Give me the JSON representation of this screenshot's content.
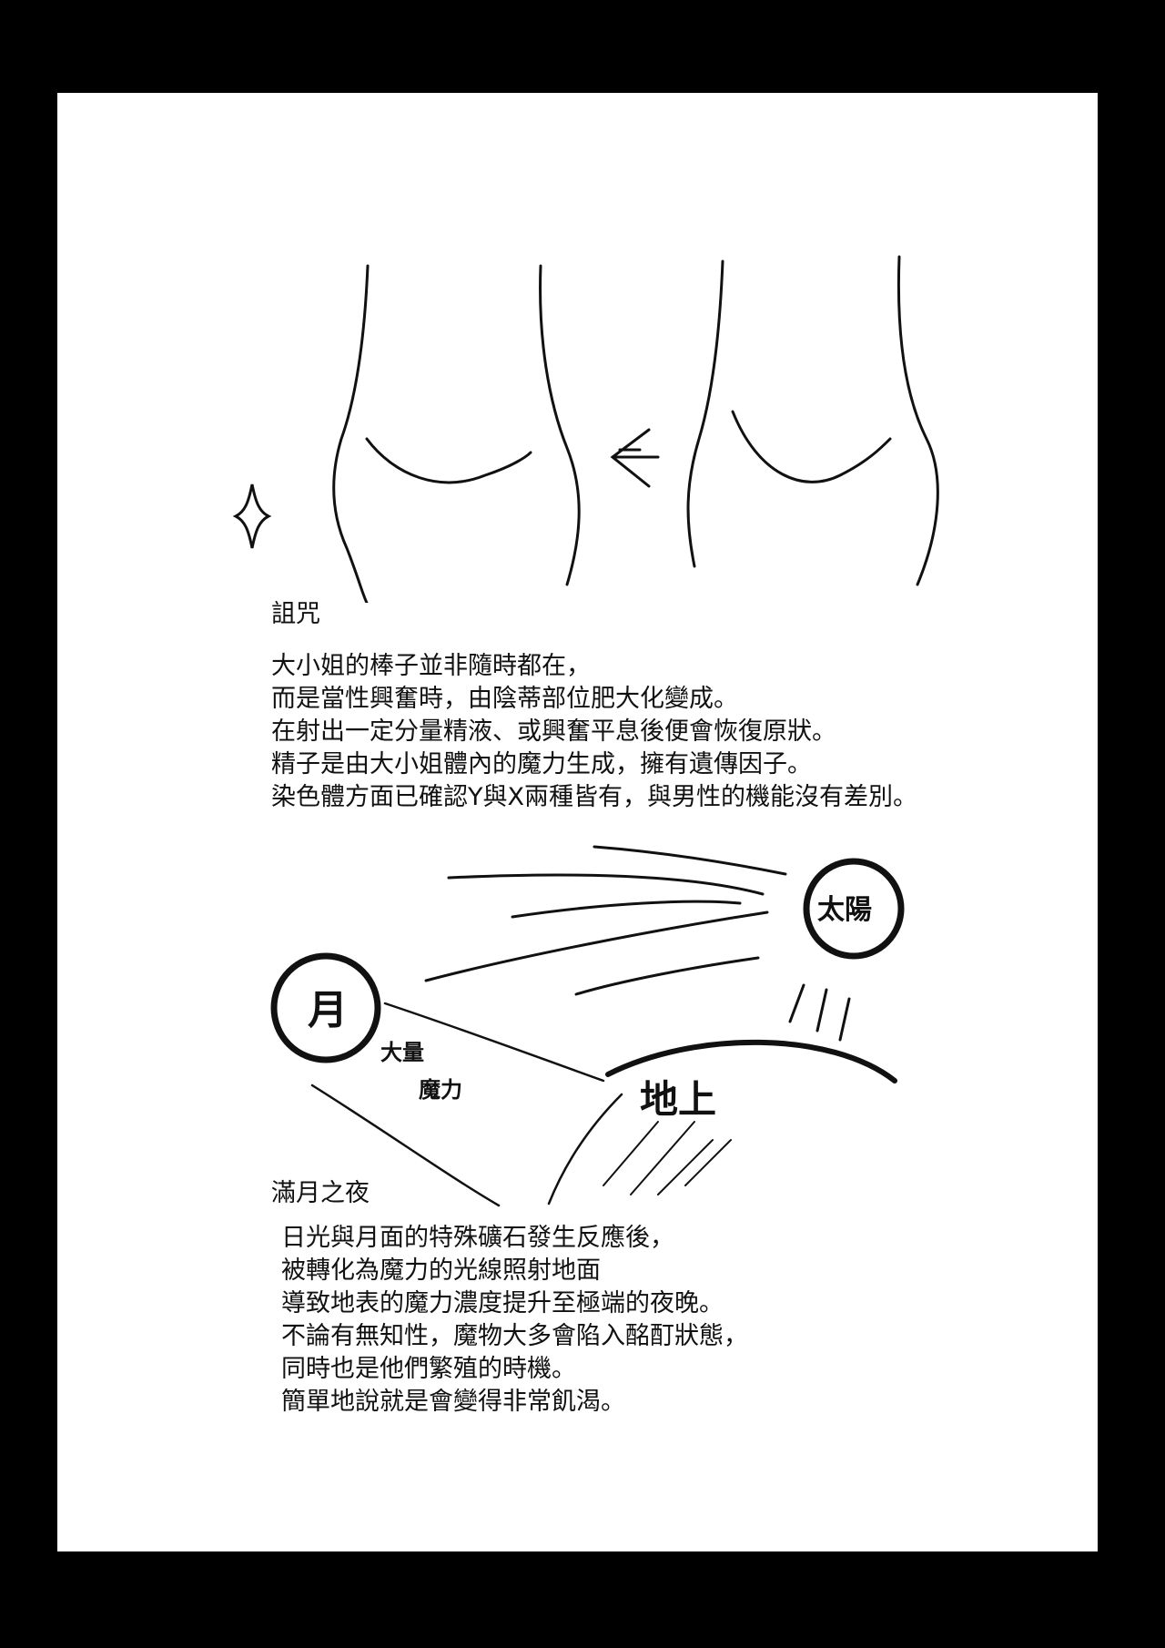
{
  "section1": {
    "title": "詛咒",
    "lines": [
      "大小姐的棒子並非隨時都在，",
      "而是當性興奮時，由陰蒂部位肥大化變成。",
      "在射出一定分量精液、或興奮平息後便會恢復原狀。",
      "精子是由大小姐體內的魔力生成，擁有遺傳因子。",
      "染色體方面已確認Y與X兩種皆有，與男性的機能沒有差別。"
    ]
  },
  "diagram": {
    "moon_label": "月",
    "sun_label": "太陽",
    "magic_label_1": "大量",
    "magic_label_2": "魔力",
    "ground_label": "地上"
  },
  "section2": {
    "title": "滿月之夜",
    "lines": [
      "日光與月面的特殊礦石發生反應後，",
      "被轉化為魔力的光線照射地面",
      "導致地表的魔力濃度提升至極端的夜晚。",
      "不論有無知性，魔物大多會陷入酩酊狀態，",
      "同時也是他們繁殖的時機。",
      "簡單地說就是會變得非常飢渴。"
    ]
  }
}
